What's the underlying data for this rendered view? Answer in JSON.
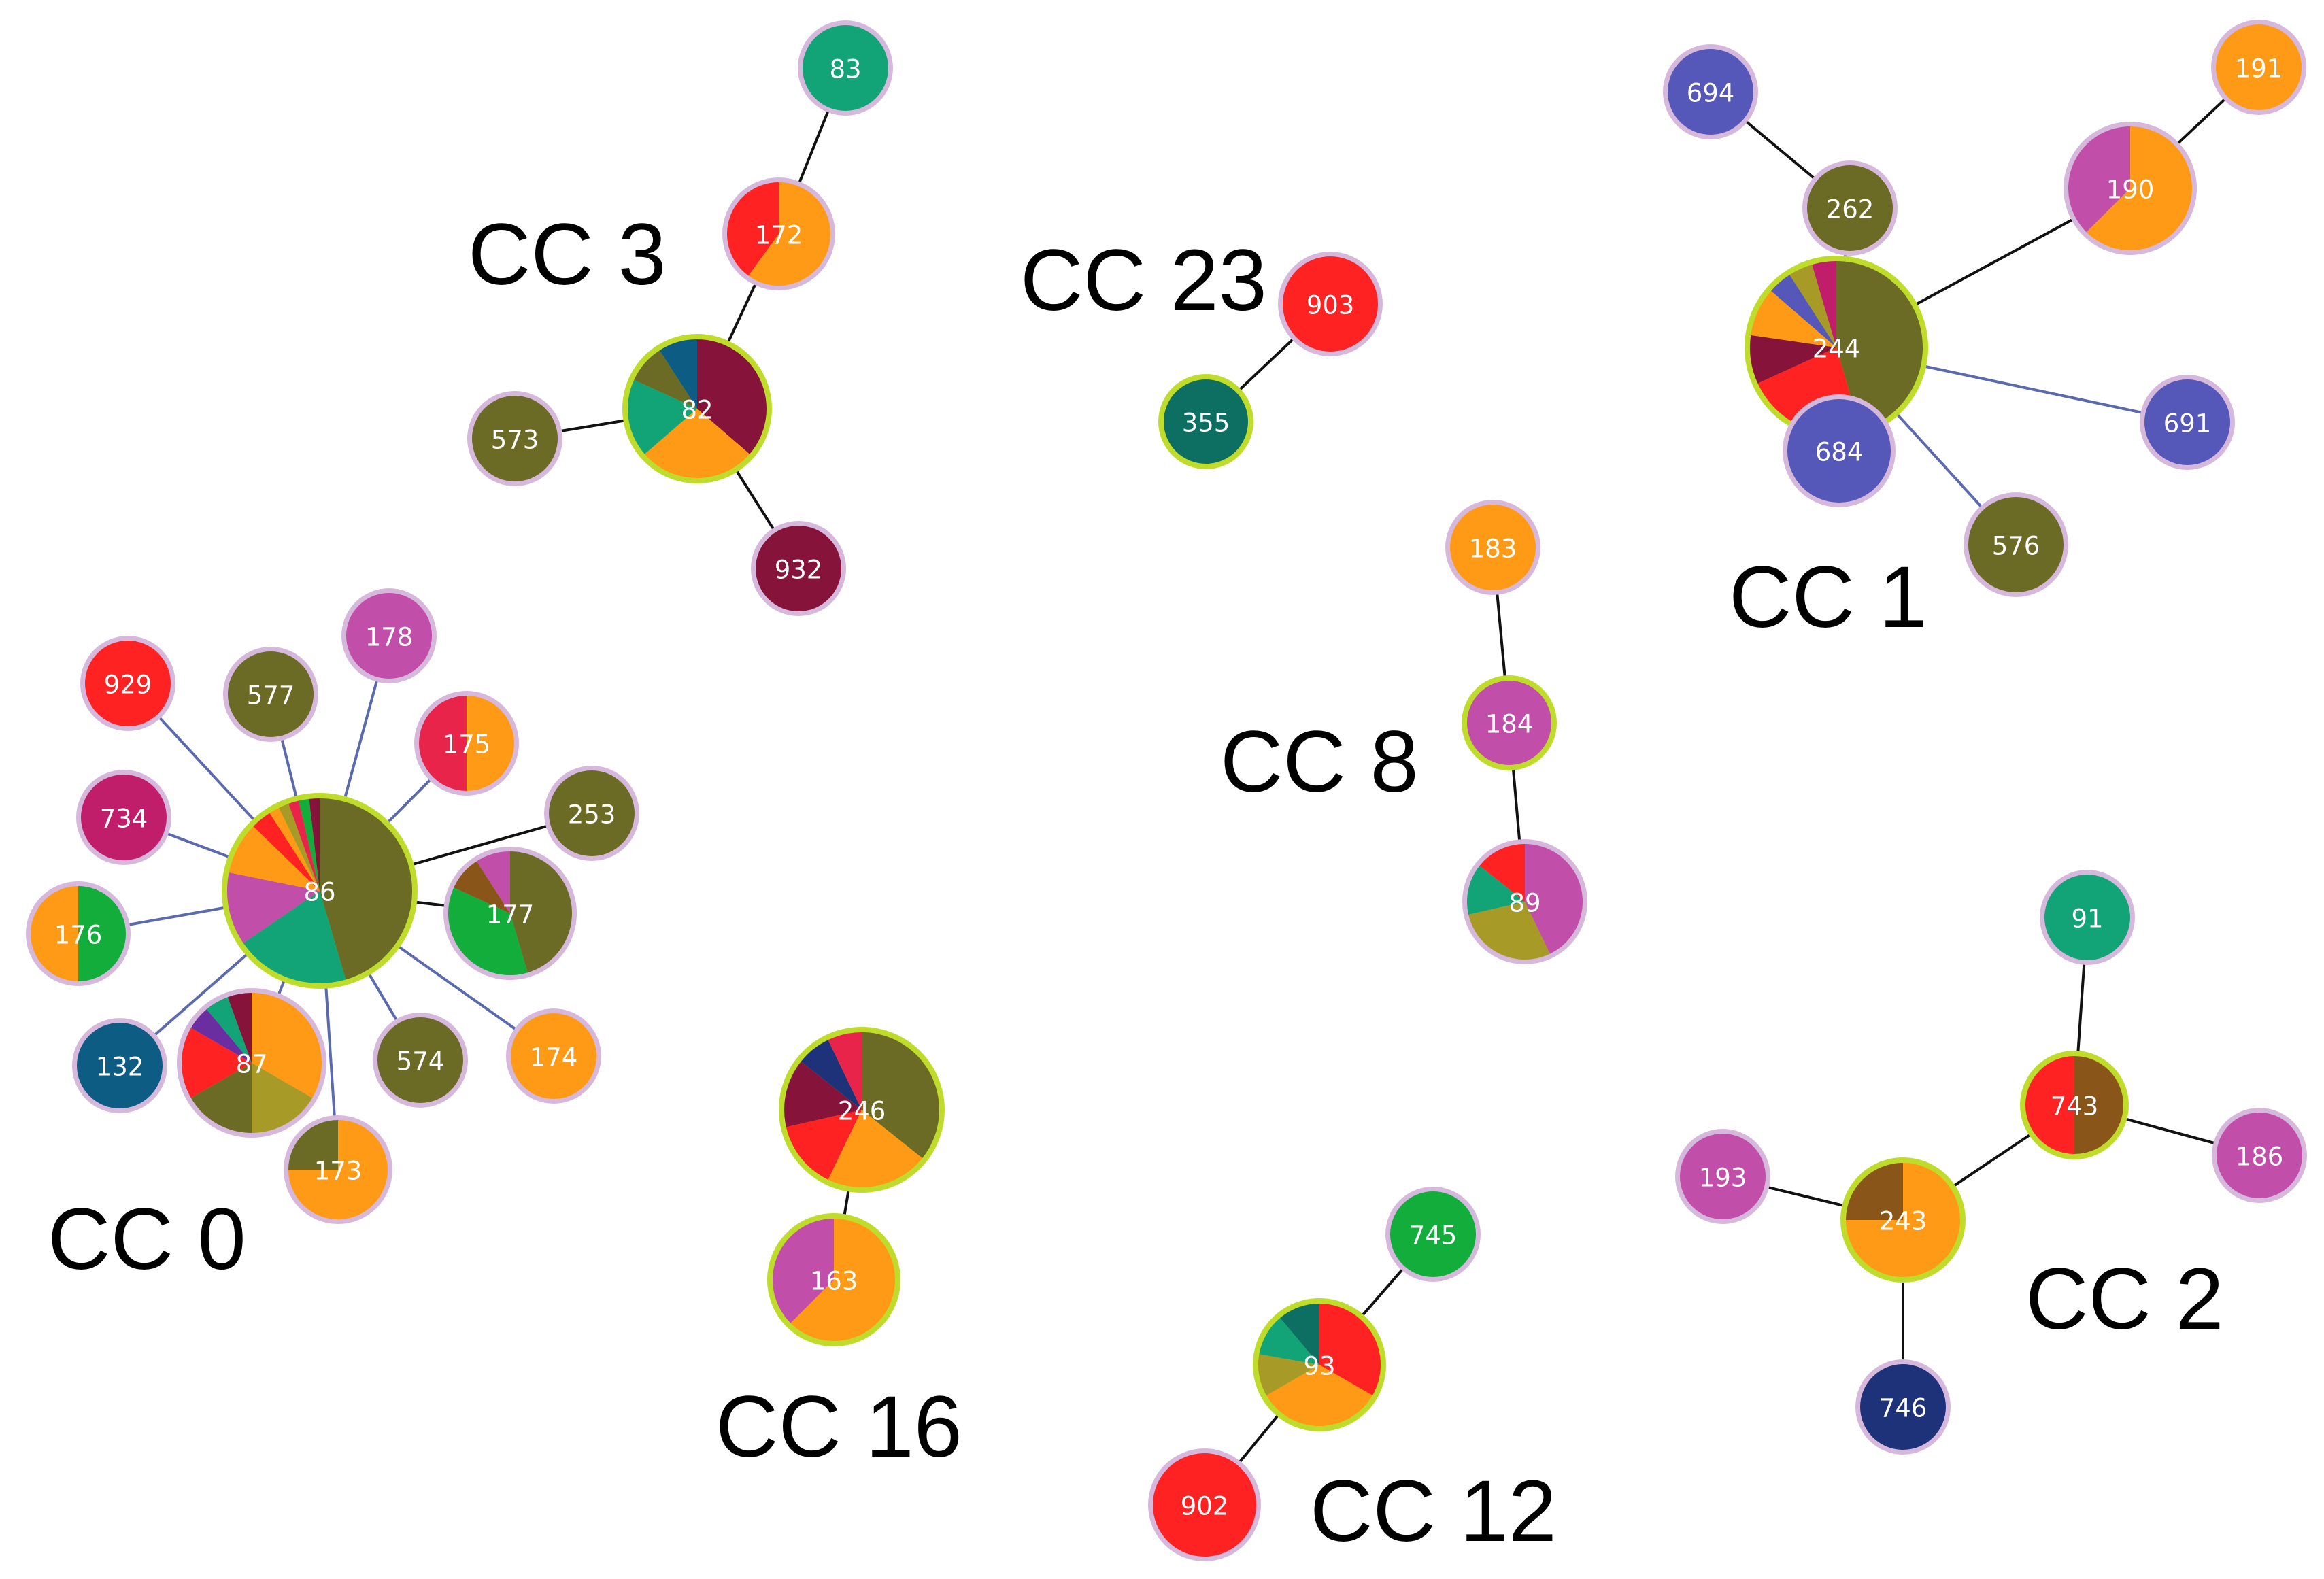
{
  "colors": {
    "olive": "#6b6b25",
    "orange": "#ff9a16",
    "red": "#ff2222",
    "crimson": "#e8244a",
    "maroon": "#86143a",
    "magenta": "#c14ea8",
    "pink": "#c01d6b",
    "teal": "#12a476",
    "green": "#12ad3a",
    "darkteal": "#0d6e62",
    "blue": "#0d5c84",
    "navy": "#1e327a",
    "purple": "#6a2ea0",
    "periwinkle": "#5558b8",
    "brown": "#8a5518",
    "mustard": "#a89a26",
    "node_ring": "#d6b8dc",
    "node_ring_founder": "#bfdc2a",
    "edge_dark": "#111111",
    "edge_blue": "#5a6aac"
  },
  "clusters": [
    {
      "label": "CC 0",
      "nodes": [
        {
          "id": "86",
          "founder": true,
          "slices": [
            {
              "color": "olive",
              "v": 25
            },
            {
              "color": "teal",
              "v": 11
            },
            {
              "color": "magenta",
              "v": 7
            },
            {
              "color": "orange",
              "v": 5
            },
            {
              "color": "red",
              "v": 2
            },
            {
              "color": "orange",
              "v": 1
            },
            {
              "color": "mustard",
              "v": 1
            },
            {
              "color": "crimson",
              "v": 1
            },
            {
              "color": "green",
              "v": 1
            },
            {
              "color": "maroon",
              "v": 1
            }
          ]
        },
        {
          "id": "87",
          "slices": [
            {
              "color": "orange",
              "v": 6
            },
            {
              "color": "mustard",
              "v": 3
            },
            {
              "color": "olive",
              "v": 3
            },
            {
              "color": "red",
              "v": 3
            },
            {
              "color": "purple",
              "v": 1
            },
            {
              "color": "teal",
              "v": 1
            },
            {
              "color": "maroon",
              "v": 1
            }
          ]
        },
        {
          "id": "177",
          "slices": [
            {
              "color": "olive",
              "v": 5
            },
            {
              "color": "green",
              "v": 4
            },
            {
              "color": "brown",
              "v": 1
            },
            {
              "color": "magenta",
              "v": 1
            }
          ]
        },
        {
          "id": "929",
          "slices": [
            {
              "color": "red",
              "v": 1
            }
          ]
        },
        {
          "id": "577",
          "slices": [
            {
              "color": "olive",
              "v": 1
            }
          ]
        },
        {
          "id": "178",
          "slices": [
            {
              "color": "magenta",
              "v": 1
            }
          ]
        },
        {
          "id": "175",
          "slices": [
            {
              "color": "orange",
              "v": 1
            },
            {
              "color": "crimson",
              "v": 1
            }
          ]
        },
        {
          "id": "253",
          "slices": [
            {
              "color": "olive",
              "v": 1
            }
          ]
        },
        {
          "id": "734",
          "slices": [
            {
              "color": "pink",
              "v": 1
            }
          ]
        },
        {
          "id": "176",
          "slices": [
            {
              "color": "green",
              "v": 1
            },
            {
              "color": "orange",
              "v": 1
            }
          ]
        },
        {
          "id": "132",
          "slices": [
            {
              "color": "blue",
              "v": 1
            }
          ]
        },
        {
          "id": "173",
          "slices": [
            {
              "color": "orange",
              "v": 3
            },
            {
              "color": "olive",
              "v": 1
            }
          ]
        },
        {
          "id": "574",
          "slices": [
            {
              "color": "olive",
              "v": 1
            }
          ]
        },
        {
          "id": "174",
          "slices": [
            {
              "color": "orange",
              "v": 1
            }
          ]
        }
      ]
    },
    {
      "label": "CC 3",
      "nodes": [
        {
          "id": "82",
          "founder": true,
          "slices": [
            {
              "color": "maroon",
              "v": 4
            },
            {
              "color": "orange",
              "v": 3
            },
            {
              "color": "teal",
              "v": 2
            },
            {
              "color": "olive",
              "v": 1
            },
            {
              "color": "blue",
              "v": 1
            }
          ]
        },
        {
          "id": "172",
          "slices": [
            {
              "color": "orange",
              "v": 3
            },
            {
              "color": "red",
              "v": 2
            }
          ]
        },
        {
          "id": "83",
          "slices": [
            {
              "color": "teal",
              "v": 1
            }
          ]
        },
        {
          "id": "573",
          "slices": [
            {
              "color": "olive",
              "v": 1
            }
          ]
        },
        {
          "id": "932",
          "slices": [
            {
              "color": "maroon",
              "v": 1
            }
          ]
        }
      ]
    },
    {
      "label": "CC 23",
      "nodes": [
        {
          "id": "903",
          "slices": [
            {
              "color": "red",
              "v": 1
            }
          ]
        },
        {
          "id": "355",
          "founder": true,
          "slices": [
            {
              "color": "darkteal",
              "v": 1
            }
          ]
        }
      ]
    },
    {
      "label": "CC 1",
      "nodes": [
        {
          "id": "244",
          "founder": true,
          "slices": [
            {
              "color": "olive",
              "v": 10
            },
            {
              "color": "red",
              "v": 5
            },
            {
              "color": "maroon",
              "v": 2
            },
            {
              "color": "orange",
              "v": 2
            },
            {
              "color": "periwinkle",
              "v": 1
            },
            {
              "color": "mustard",
              "v": 1
            },
            {
              "color": "pink",
              "v": 1
            }
          ]
        },
        {
          "id": "190",
          "slices": [
            {
              "color": "orange",
              "v": 5
            },
            {
              "color": "magenta",
              "v": 3
            }
          ]
        },
        {
          "id": "191",
          "slices": [
            {
              "color": "orange",
              "v": 1
            }
          ]
        },
        {
          "id": "694",
          "slices": [
            {
              "color": "periwinkle",
              "v": 1
            }
          ]
        },
        {
          "id": "262",
          "slices": [
            {
              "color": "olive",
              "v": 1
            }
          ]
        },
        {
          "id": "684",
          "slices": [
            {
              "color": "periwinkle",
              "v": 1
            }
          ]
        },
        {
          "id": "691",
          "slices": [
            {
              "color": "periwinkle",
              "v": 1
            }
          ]
        },
        {
          "id": "576",
          "slices": [
            {
              "color": "olive",
              "v": 1
            }
          ]
        }
      ]
    },
    {
      "label": "CC 8",
      "nodes": [
        {
          "id": "183",
          "slices": [
            {
              "color": "orange",
              "v": 1
            }
          ]
        },
        {
          "id": "184",
          "founder": true,
          "slices": [
            {
              "color": "magenta",
              "v": 1
            }
          ]
        },
        {
          "id": "89",
          "slices": [
            {
              "color": "magenta",
              "v": 3
            },
            {
              "color": "mustard",
              "v": 2
            },
            {
              "color": "teal",
              "v": 1
            },
            {
              "color": "red",
              "v": 1
            }
          ]
        }
      ]
    },
    {
      "label": "CC 16",
      "nodes": [
        {
          "id": "246",
          "founder": true,
          "slices": [
            {
              "color": "olive",
              "v": 5
            },
            {
              "color": "orange",
              "v": 3
            },
            {
              "color": "red",
              "v": 2
            },
            {
              "color": "maroon",
              "v": 2
            },
            {
              "color": "navy",
              "v": 1
            },
            {
              "color": "crimson",
              "v": 1
            }
          ]
        },
        {
          "id": "163",
          "founder": true,
          "slices": [
            {
              "color": "orange",
              "v": 5
            },
            {
              "color": "magenta",
              "v": 3
            }
          ]
        }
      ]
    },
    {
      "label": "CC 12",
      "nodes": [
        {
          "id": "93",
          "founder": true,
          "slices": [
            {
              "color": "red",
              "v": 3
            },
            {
              "color": "orange",
              "v": 3
            },
            {
              "color": "mustard",
              "v": 1
            },
            {
              "color": "teal",
              "v": 1
            },
            {
              "color": "darkteal",
              "v": 1
            }
          ]
        },
        {
          "id": "745",
          "slices": [
            {
              "color": "green",
              "v": 1
            }
          ]
        },
        {
          "id": "902",
          "slices": [
            {
              "color": "red",
              "v": 1
            }
          ]
        }
      ]
    },
    {
      "label": "CC 2",
      "nodes": [
        {
          "id": "743",
          "founder": true,
          "slices": [
            {
              "color": "brown",
              "v": 1
            },
            {
              "color": "red",
              "v": 1
            }
          ]
        },
        {
          "id": "91",
          "slices": [
            {
              "color": "teal",
              "v": 1
            }
          ]
        },
        {
          "id": "186",
          "slices": [
            {
              "color": "magenta",
              "v": 1
            }
          ]
        },
        {
          "id": "243",
          "founder": true,
          "slices": [
            {
              "color": "orange",
              "v": 3
            },
            {
              "color": "brown",
              "v": 1
            }
          ]
        },
        {
          "id": "193",
          "slices": [
            {
              "color": "magenta",
              "v": 1
            }
          ]
        },
        {
          "id": "746",
          "slices": [
            {
              "color": "navy",
              "v": 1
            }
          ]
        }
      ]
    }
  ],
  "edges": [
    {
      "a": "86",
      "b": "87",
      "style": "edge_blue"
    },
    {
      "a": "86",
      "b": "177",
      "style": "edge_dark"
    },
    {
      "a": "86",
      "b": "929",
      "style": "edge_blue"
    },
    {
      "a": "86",
      "b": "577",
      "style": "edge_blue"
    },
    {
      "a": "86",
      "b": "178",
      "style": "edge_blue"
    },
    {
      "a": "86",
      "b": "175",
      "style": "edge_blue"
    },
    {
      "a": "86",
      "b": "253",
      "style": "edge_dark"
    },
    {
      "a": "86",
      "b": "734",
      "style": "edge_blue"
    },
    {
      "a": "86",
      "b": "176",
      "style": "edge_blue"
    },
    {
      "a": "86",
      "b": "132",
      "style": "edge_blue"
    },
    {
      "a": "86",
      "b": "173",
      "style": "edge_blue"
    },
    {
      "a": "86",
      "b": "574",
      "style": "edge_blue"
    },
    {
      "a": "86",
      "b": "174",
      "style": "edge_blue"
    },
    {
      "a": "82",
      "b": "172",
      "style": "edge_dark"
    },
    {
      "a": "172",
      "b": "83",
      "style": "edge_dark"
    },
    {
      "a": "82",
      "b": "573",
      "style": "edge_dark"
    },
    {
      "a": "82",
      "b": "932",
      "style": "edge_dark"
    },
    {
      "a": "903",
      "b": "355",
      "style": "edge_dark"
    },
    {
      "a": "244",
      "b": "190",
      "style": "edge_dark"
    },
    {
      "a": "190",
      "b": "191",
      "style": "edge_dark"
    },
    {
      "a": "244",
      "b": "262",
      "style": "edge_blue"
    },
    {
      "a": "262",
      "b": "694",
      "style": "edge_dark"
    },
    {
      "a": "244",
      "b": "684",
      "style": "edge_blue"
    },
    {
      "a": "244",
      "b": "691",
      "style": "edge_blue"
    },
    {
      "a": "244",
      "b": "576",
      "style": "edge_blue"
    },
    {
      "a": "183",
      "b": "184",
      "style": "edge_dark"
    },
    {
      "a": "184",
      "b": "89",
      "style": "edge_dark"
    },
    {
      "a": "246",
      "b": "163",
      "style": "edge_dark"
    },
    {
      "a": "93",
      "b": "745",
      "style": "edge_dark"
    },
    {
      "a": "93",
      "b": "902",
      "style": "edge_dark"
    },
    {
      "a": "743",
      "b": "91",
      "style": "edge_dark"
    },
    {
      "a": "743",
      "b": "186",
      "style": "edge_dark"
    },
    {
      "a": "743",
      "b": "243",
      "style": "edge_dark"
    },
    {
      "a": "243",
      "b": "193",
      "style": "edge_dark"
    },
    {
      "a": "243",
      "b": "746",
      "style": "edge_dark"
    }
  ]
}
